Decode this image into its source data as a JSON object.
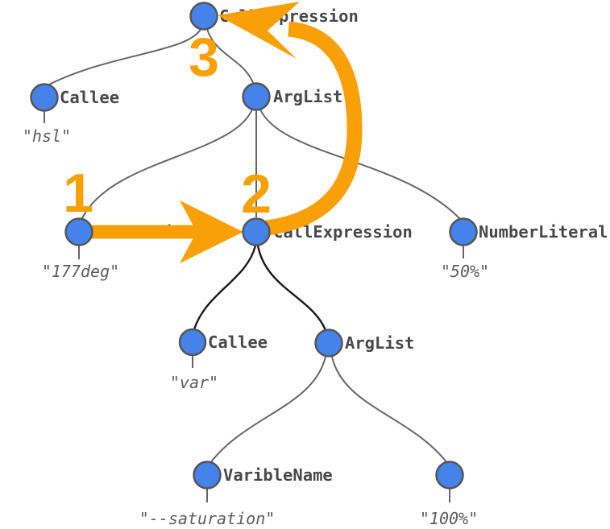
{
  "diagram": {
    "type": "syntax-tree",
    "description": "AST of hsl(177deg, var(--saturation), 50%) with numbered traversal steps",
    "nodes": [
      {
        "label": "CallExpression",
        "value": ""
      },
      {
        "label": "Callee",
        "value": "\"hsl\""
      },
      {
        "label": "ArgList",
        "value": ""
      },
      {
        "label": "NumberLiteral",
        "value": "\"177deg\""
      },
      {
        "label": "CallExpression",
        "value": ""
      },
      {
        "label": "NumberLiteral",
        "value": "\"50%\""
      },
      {
        "label": "Callee",
        "value": "\"var\""
      },
      {
        "label": "ArgList",
        "value": ""
      },
      {
        "label": "VaribleName",
        "value": "\"--saturation\""
      },
      {
        "label": "",
        "value": "\"100%\""
      }
    ],
    "steps": [
      {
        "label": "1"
      },
      {
        "label": "2"
      },
      {
        "label": "3"
      }
    ],
    "colors": {
      "node_fill": "#4582e9",
      "node_stroke": "#555555",
      "edge": "#666666",
      "edge_dark": "#1a1a1a",
      "arrow": "#f9a008",
      "label_text": "#48484a",
      "value_text": "#5d5d5d"
    }
  }
}
